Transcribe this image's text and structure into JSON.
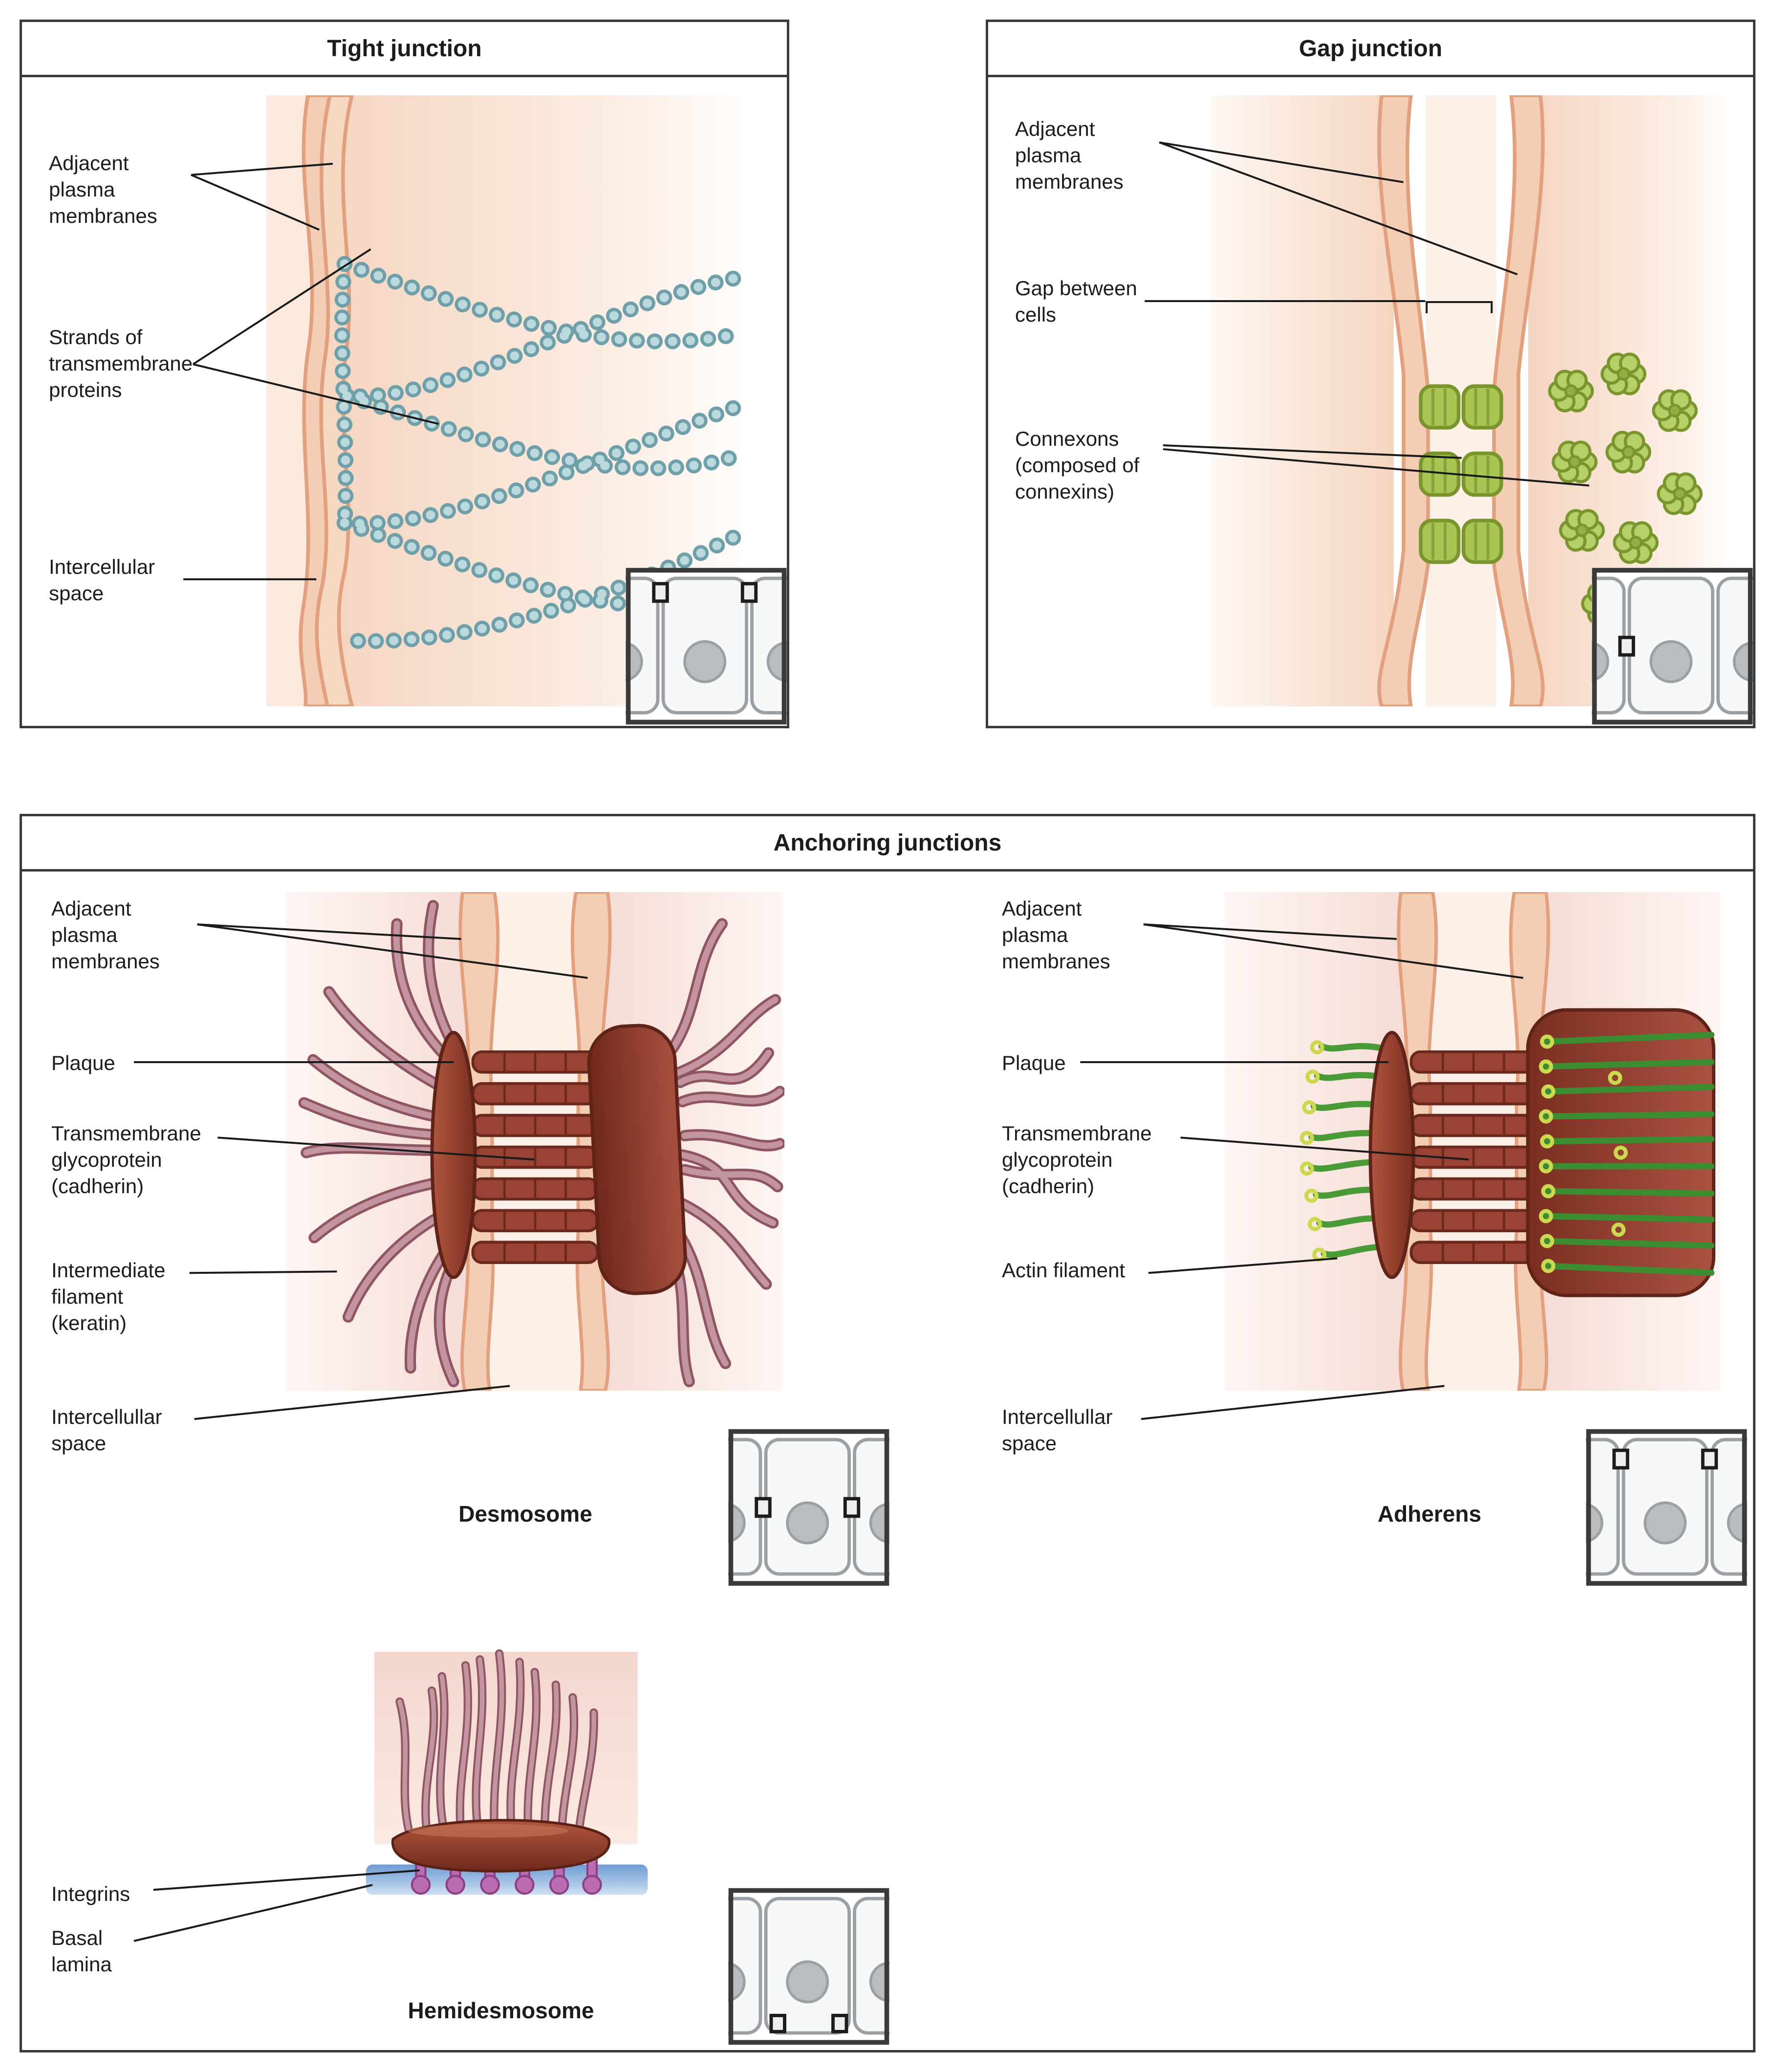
{
  "panels": {
    "tight": {
      "title": "Tight junction",
      "labels": {
        "adjacent": "Adjacent\nplasma\nmembranes",
        "strands": "Strands of\ntransmembrane\nproteins",
        "intercellular": "Intercellular\nspace"
      }
    },
    "gap": {
      "title": "Gap junction",
      "labels": {
        "adjacent": "Adjacent\nplasma\nmembranes",
        "gap": "Gap between\ncells",
        "connexons": "Connexons\n(composed of\nconnexins)"
      }
    },
    "anchoring": {
      "title": "Anchoring junctions",
      "desmosome": {
        "caption": "Desmosome",
        "labels": {
          "adjacent": "Adjacent\nplasma\nmembranes",
          "plaque": "Plaque",
          "transmembrane": "Transmembrane\nglycoprotein\n(cadherin)",
          "intermediate": "Intermediate\nfilament\n(keratin)",
          "intercellular": "Intercellullar\nspace"
        }
      },
      "adherens": {
        "caption": "Adherens",
        "labels": {
          "adjacent": "Adjacent\nplasma\nmembranes",
          "plaque": "Plaque",
          "transmembrane": "Transmembrane\nglycoprotein\n(cadherin)",
          "actin": "Actin filament",
          "intercellular": "Intercellullar\nspace"
        }
      },
      "hemidesmosome": {
        "caption": "Hemidesmosome",
        "labels": {
          "integrins": "Integrins",
          "basal": "Basal\nlamina"
        }
      }
    }
  },
  "colors": {
    "panel_border": "#3a3a3a",
    "leader_line": "#1a1a1a",
    "membrane": "#f3cdb4",
    "membrane_outline": "#e2a07e",
    "tight_strand_beads": "#a9ccd1",
    "connexon_green": "#a9c653",
    "plaque_maroon": "#8d3a2a",
    "cadherin_rod": "#9a4334",
    "keratin_filament": "#bb8793",
    "actin_filament": "#4a9a38",
    "actin_hook_yellow": "#ccd84f",
    "integrin_purple": "#bb6cb2",
    "basal_lamina_blue": "#7aa5d6"
  }
}
